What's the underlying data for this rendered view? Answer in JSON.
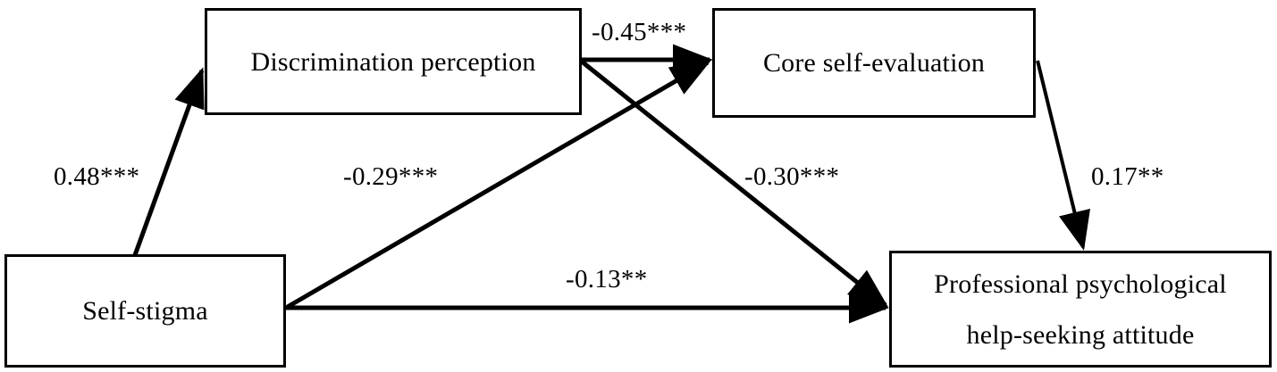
{
  "diagram": {
    "type": "path-model",
    "title": "",
    "background_color": "#ffffff",
    "line_color": "#000000",
    "text_color": "#000000",
    "nodes": [
      {
        "id": "discrimination",
        "label": "Discrimination perception"
      },
      {
        "id": "core_self",
        "label": "Core self-evaluation"
      },
      {
        "id": "self_stigma",
        "label": "Self-stigma"
      },
      {
        "id": "attitude_line1",
        "label": "Professional psychological"
      },
      {
        "id": "attitude_line2",
        "label": "help-seeking attitude"
      }
    ],
    "edges": [
      {
        "id": "stigma-to-discrimination",
        "from": "Self-stigma",
        "to": "Discrimination perception",
        "coefficient": "0.48***"
      },
      {
        "id": "discrimination-to-core",
        "from": "Discrimination perception",
        "to": "Core self-evaluation",
        "coefficient": "-0.45***"
      },
      {
        "id": "stigma-to-core",
        "from": "Self-stigma",
        "to": "Core self-evaluation",
        "coefficient": "-0.29***"
      },
      {
        "id": "discrimination-to-attitude",
        "from": "Discrimination perception",
        "to": "Professional psychological help-seeking attitude",
        "coefficient": "-0.30***"
      },
      {
        "id": "core-to-attitude",
        "from": "Core self-evaluation",
        "to": "Professional psychological help-seeking attitude",
        "coefficient": "0.17**"
      },
      {
        "id": "stigma-to-attitude",
        "from": "Self-stigma",
        "to": "Professional psychological help-seeking attitude",
        "coefficient": "-0.13**"
      }
    ]
  }
}
